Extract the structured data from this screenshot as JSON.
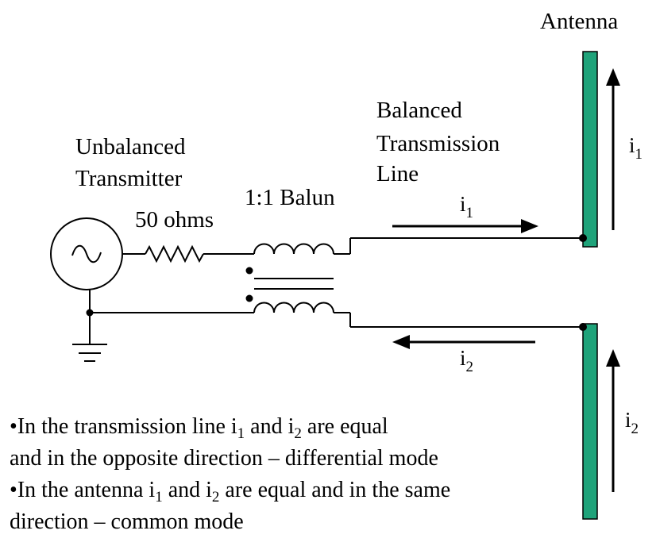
{
  "labels": {
    "antenna": "Antenna",
    "balanced_line_1": "Balanced",
    "balanced_line_2": "Transmission",
    "balanced_line_3": "Line",
    "transmitter_1": "Unbalanced",
    "transmitter_2": "Transmitter",
    "balun": "1:1 Balun",
    "resistor": "50 ohms",
    "current_symbol": "i",
    "current_1_sub": "1",
    "current_2_sub": "2"
  },
  "notes": {
    "line1": {
      "bullet": "•",
      "a": "In the transmission line i",
      "s1": "1",
      "b": " and i",
      "s2": "2",
      "c": " are equal"
    },
    "line2": "and in the opposite direction – differential mode",
    "line3": {
      "bullet": "•",
      "a": "In the antenna i",
      "s1": "1",
      "b": " and i",
      "s2": "2",
      "c": " are equal and in the same"
    },
    "line4": "direction – common mode"
  },
  "colors": {
    "antenna": "#1fa37a",
    "line": "#000000"
  }
}
